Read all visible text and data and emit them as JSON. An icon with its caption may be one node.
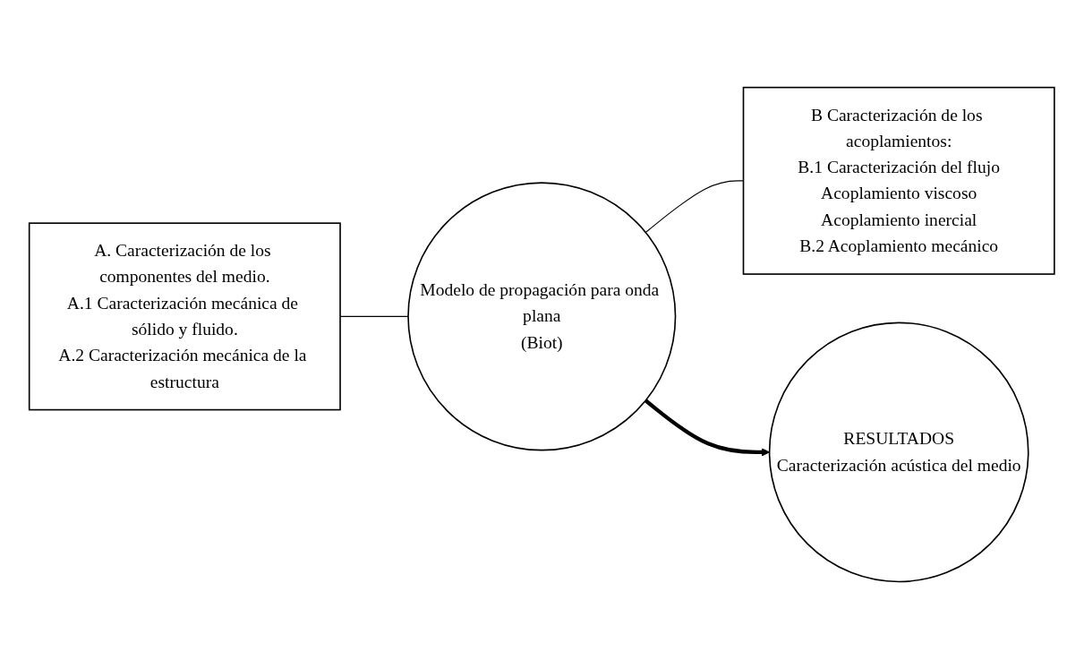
{
  "diagram": {
    "nodes": [
      {
        "text": [
          "A. Caracterización de los componentes del medio.",
          "A.1 Caracterización mecánica de sólido y fluido.",
          "A.2 Caracterización mecánica de la estructura"
        ]
      },
      {
        "text": [
          "Modelo de propagación para onda plana",
          "(Biot)"
        ]
      },
      {
        "text": [
          "B Caracterización de los acoplamientos:",
          "B.1 Caracterización del flujo",
          "Acoplamiento viscoso",
          "Acoplamiento inercial",
          "B.2 Acoplamiento mecánico"
        ]
      },
      {
        "text": [
          "RESULTADOS",
          "Caracterización acústica del medio"
        ]
      }
    ],
    "edges": [
      {
        "from": 0,
        "to": 1,
        "arrow": "none"
      },
      {
        "from": 1,
        "to": 2,
        "arrow": "none"
      },
      {
        "from": 1,
        "to": 3,
        "arrow": "to",
        "style": "thick"
      }
    ]
  }
}
